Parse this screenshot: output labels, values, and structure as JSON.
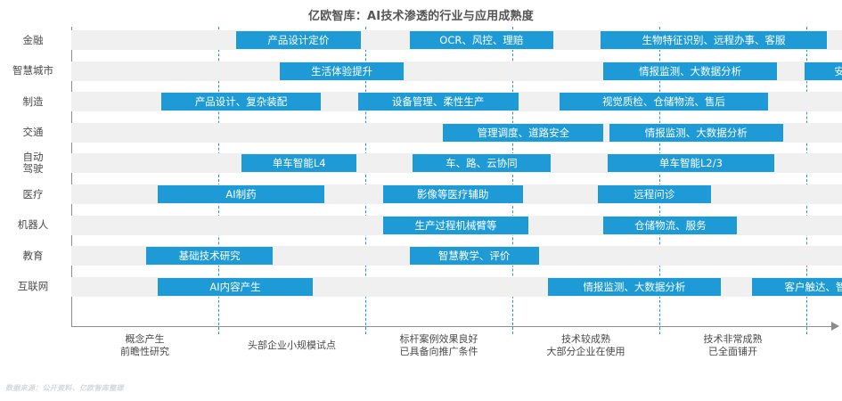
{
  "header": {
    "title": "亿欧智库：AI技术渗透的行业与应用成熟度"
  },
  "footer": {
    "source": "数据来源：公开资料、亿欧智库整理"
  },
  "colors": {
    "bar": "#1e9bd7",
    "band": "#f0f0f0",
    "gridline": "#2196cf",
    "axis": "#8c8c8c",
    "title_text": "#555555",
    "label_text": "#4a4a4a",
    "footer_text": "#d3d8dd"
  },
  "chart_data": {
    "type": "bar",
    "title": "亿欧智库：AI技术渗透的行业与应用成熟度",
    "xlabel": "",
    "ylabel": "",
    "grid": true,
    "legend": "none",
    "xlim": [
      0,
      5
    ],
    "x_stage_labels": [
      {
        "line1": "概念产生",
        "line2": "前瞻性研究"
      },
      {
        "line1": "头部企业小规模试点",
        "line2": ""
      },
      {
        "line1": "标杆案例效果良好",
        "line2": "已具备向推广条件"
      },
      {
        "line1": "技术较成熟",
        "line2": "大部分企业在使用"
      },
      {
        "line1": "技术非常成熟",
        "line2": "已全面铺开"
      }
    ],
    "categories": [
      "金融",
      "智慧城市",
      "制造",
      "交通",
      "自动驾驶",
      "医疗",
      "机器人",
      "教育",
      "互联网"
    ],
    "category_label_lines": [
      [
        "金融"
      ],
      [
        "智慧城市"
      ],
      [
        "制造"
      ],
      [
        "交通"
      ],
      [
        "自动",
        "驾驶"
      ],
      [
        "医疗"
      ],
      [
        "机器人"
      ],
      [
        "教育"
      ],
      [
        "互联网"
      ]
    ],
    "rows": [
      {
        "category": "金融",
        "bars": [
          {
            "label": "产品设计定价",
            "start": 1.12,
            "end": 1.97
          },
          {
            "label": "OCR、风控、理赔",
            "start": 2.3,
            "end": 3.28
          },
          {
            "label": "生物特征识别、远程办事、客服",
            "start": 3.6,
            "end": 5.14
          }
        ]
      },
      {
        "category": "智慧城市",
        "bars": [
          {
            "label": "生活体验提升",
            "start": 1.42,
            "end": 2.26
          },
          {
            "label": "情报监测、大数据分析",
            "start": 3.62,
            "end": 4.8
          },
          {
            "label": "安防",
            "start": 4.99,
            "end": 5.53
          }
        ]
      },
      {
        "category": "制造",
        "bars": [
          {
            "label": "产品设计、复杂装配",
            "start": 0.61,
            "end": 1.7
          },
          {
            "label": "设备管理、柔性生产",
            "start": 1.95,
            "end": 3.04
          },
          {
            "label": "视觉质检、仓储物流、售后",
            "start": 3.32,
            "end": 4.74
          }
        ]
      },
      {
        "category": "交通",
        "bars": [
          {
            "label": "管理调度、道路安全",
            "start": 2.53,
            "end": 3.62
          },
          {
            "label": "情报监测、大数据分析",
            "start": 3.66,
            "end": 4.84
          }
        ]
      },
      {
        "category": "自动驾驶",
        "bars": [
          {
            "label": "单车智能L4",
            "start": 1.16,
            "end": 1.94
          },
          {
            "label": "车、路、云协同",
            "start": 2.32,
            "end": 3.26
          },
          {
            "label": "单车智能L2/3",
            "start": 3.65,
            "end": 4.78
          }
        ]
      },
      {
        "category": "医疗",
        "bars": [
          {
            "label": "AI制药",
            "start": 0.59,
            "end": 1.72
          },
          {
            "label": "影像等医疗辅助",
            "start": 2.12,
            "end": 3.07
          },
          {
            "label": "远程问诊",
            "start": 3.58,
            "end": 4.35
          }
        ]
      },
      {
        "category": "机器人",
        "bars": [
          {
            "label": "生产过程机械臂等",
            "start": 2.12,
            "end": 3.11
          },
          {
            "label": "仓储物流、服务",
            "start": 3.62,
            "end": 4.53
          }
        ]
      },
      {
        "category": "教育",
        "bars": [
          {
            "label": "基础技术研究",
            "start": 0.51,
            "end": 1.37
          },
          {
            "label": "智慧教学、评价",
            "start": 2.3,
            "end": 3.18
          }
        ]
      },
      {
        "category": "互联网",
        "bars": [
          {
            "label": "AI内容产生",
            "start": 0.59,
            "end": 1.64
          },
          {
            "label": "情报监测、大数据分析",
            "start": 3.24,
            "end": 4.42
          },
          {
            "label": "客户触达、智慧营销",
            "start": 4.63,
            "end": 5.7
          }
        ]
      }
    ]
  }
}
